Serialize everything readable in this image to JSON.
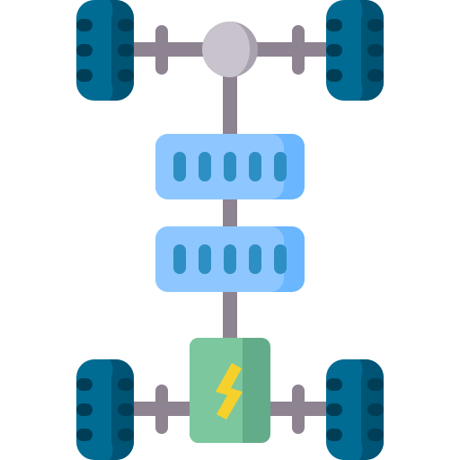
{
  "icon": {
    "name": "electric-car-chassis-icon",
    "parts": [
      "front-left-wheel",
      "front-right-wheel",
      "rear-left-wheel",
      "rear-right-wheel",
      "front-axle",
      "rear-axle",
      "differential",
      "drive-shaft",
      "battery-pack-upper",
      "battery-pack-lower",
      "electric-motor",
      "lightning-bolt"
    ]
  },
  "colors": {
    "frame": "#8E8391",
    "frame_dark": "#7A7080",
    "differential_light": "#C8C3CC",
    "differential_dark": "#A9A2AE",
    "tire_light": "#006C94",
    "tire_dark": "#005475",
    "tread": "#003E57",
    "battery_light": "#8EC7FF",
    "battery_dark": "#6AB6FF",
    "battery_cell": "#2E8FC4",
    "motor_light": "#7CC79E",
    "motor_dark": "#63AC89",
    "bolt": "#F6D12C"
  }
}
